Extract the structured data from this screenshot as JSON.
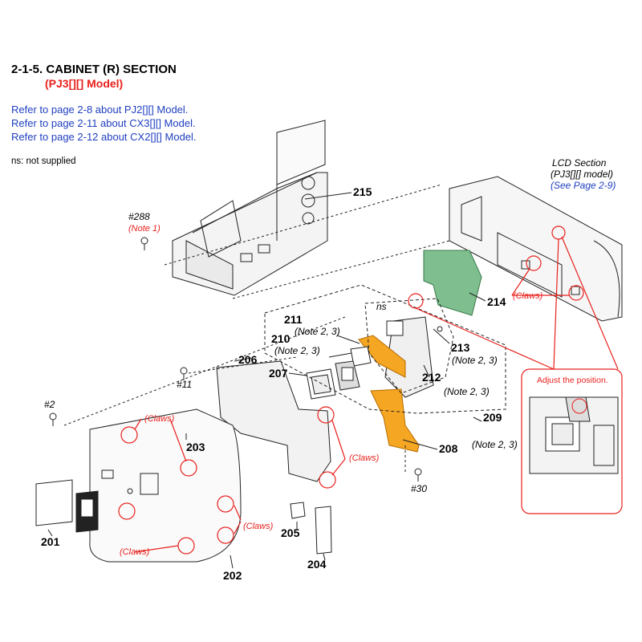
{
  "header": {
    "title": "2-1-5. CABINET (R) SECTION",
    "model": "(PJ3[][] Model)",
    "refs": [
      "Refer to page 2-8 about PJ2[][] Model.",
      "Refer to page 2-11 about CX3[][] Model.",
      "Refer to page 2-12 about CX2[][] Model."
    ],
    "ns_note": "ns: not supplied"
  },
  "lcd_section": {
    "title": "LCD Section",
    "model": "(PJ3[][] model)",
    "see": "(See Page 2-9)"
  },
  "parts": {
    "p201": "201",
    "p202": "202",
    "p203": "203",
    "p204": "204",
    "p205": "205",
    "p206": "206",
    "p207": "207",
    "p208": "208",
    "p209": "209",
    "p210": "210",
    "p211": "211",
    "p212": "212",
    "p213": "213",
    "p214": "214",
    "p215": "215"
  },
  "notes": {
    "note23": "(Note 2, 3)",
    "note1": "(Note 1)",
    "ns": "ns"
  },
  "screws": {
    "s288": "#288",
    "s11": "#11",
    "s2": "#2",
    "s30": "#30"
  },
  "claws_label": "(Claws)",
  "adjust_label": "Adjust the position.",
  "colors": {
    "accent_red": "#e8211d",
    "link_blue": "#1f3fbf",
    "board_green": "#7fbf8f",
    "flex_orange": "#f5a623"
  }
}
